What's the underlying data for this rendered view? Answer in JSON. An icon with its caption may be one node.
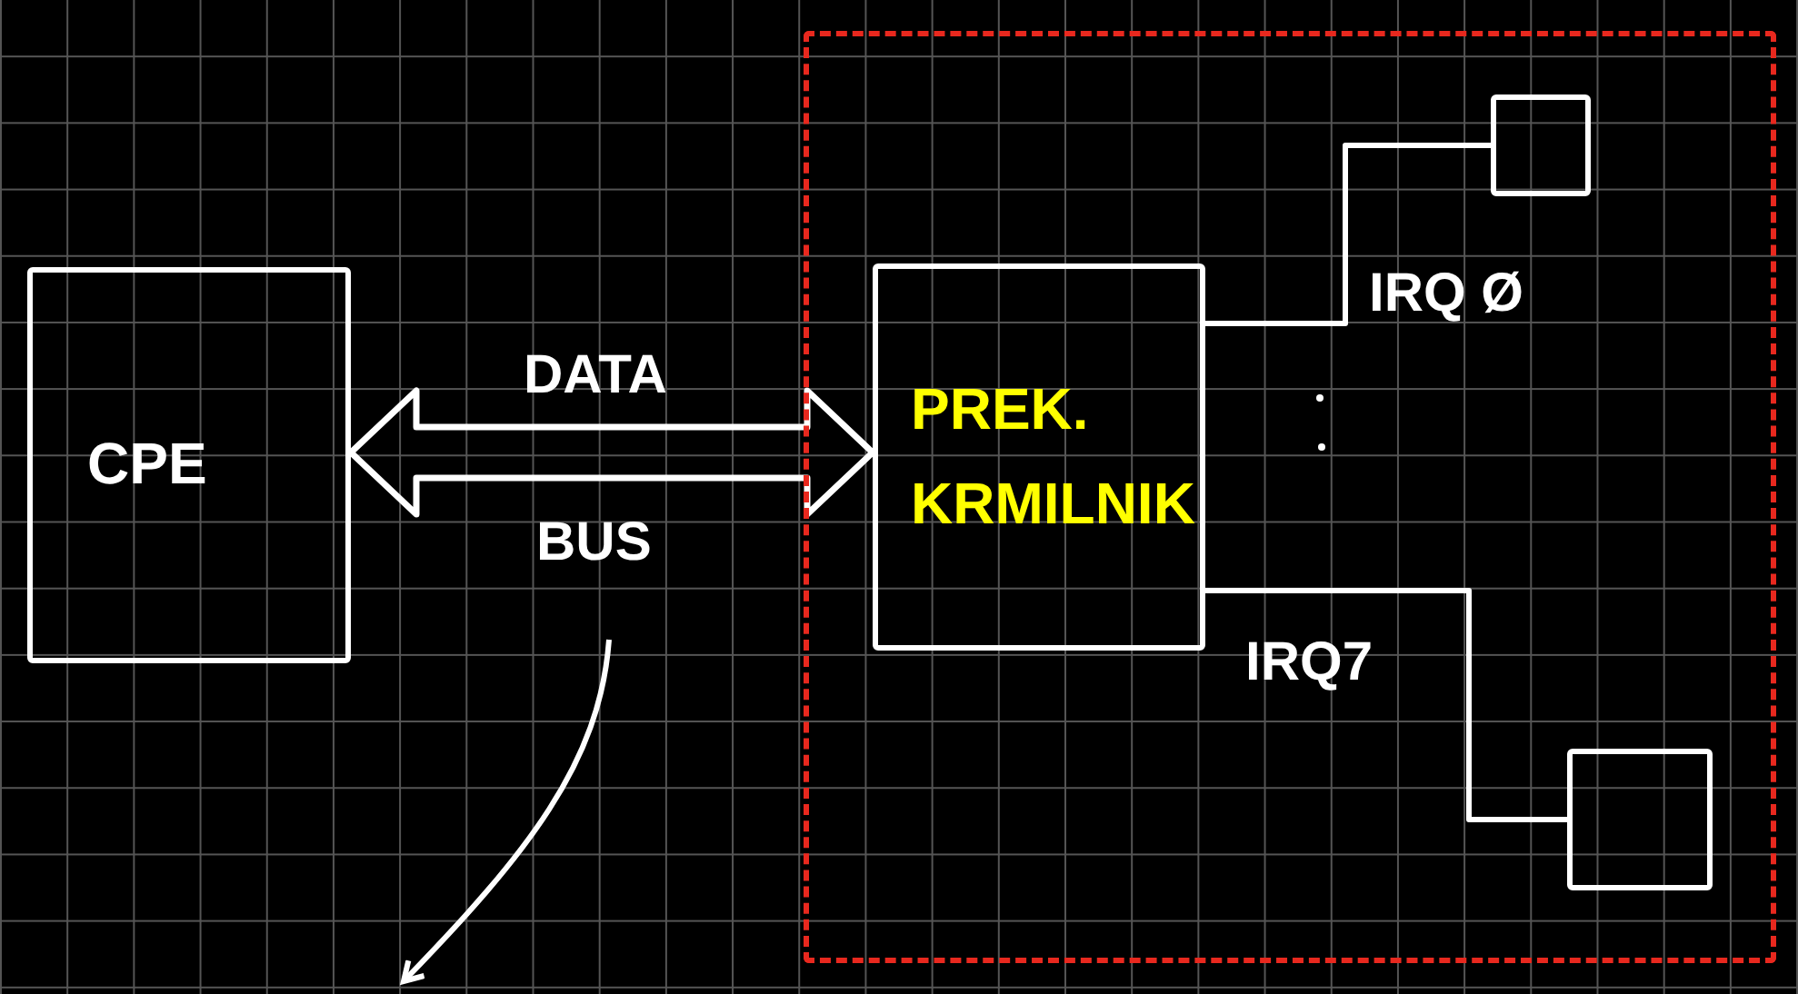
{
  "diagram": {
    "nodes": [
      {
        "text": [],
        "shape": "box"
      },
      {
        "text": [
          "CPE"
        ]
      },
      {
        "text": [
          "PREK. KRMILNIK"
        ],
        "in": 0
      },
      {
        "text": [],
        "shape": "box",
        "in": 0
      },
      {
        "text": [],
        "shape": "box",
        "in": 0
      },
      {
        "text": [
          "BUS"
        ]
      }
    ],
    "edges": [
      {
        "from": 1,
        "to": 2,
        "arrow": "both",
        "style": "thick"
      },
      {
        "from": 2,
        "to": 3,
        "arrow": "none",
        "label": "IRQ Ø"
      },
      {
        "from": 2,
        "to": 4,
        "arrow": "none",
        "label": "IRQ7"
      },
      {
        "from": 5,
        "to": null,
        "arrow": "to"
      }
    ],
    "labels": [
      "DATA"
    ]
  }
}
